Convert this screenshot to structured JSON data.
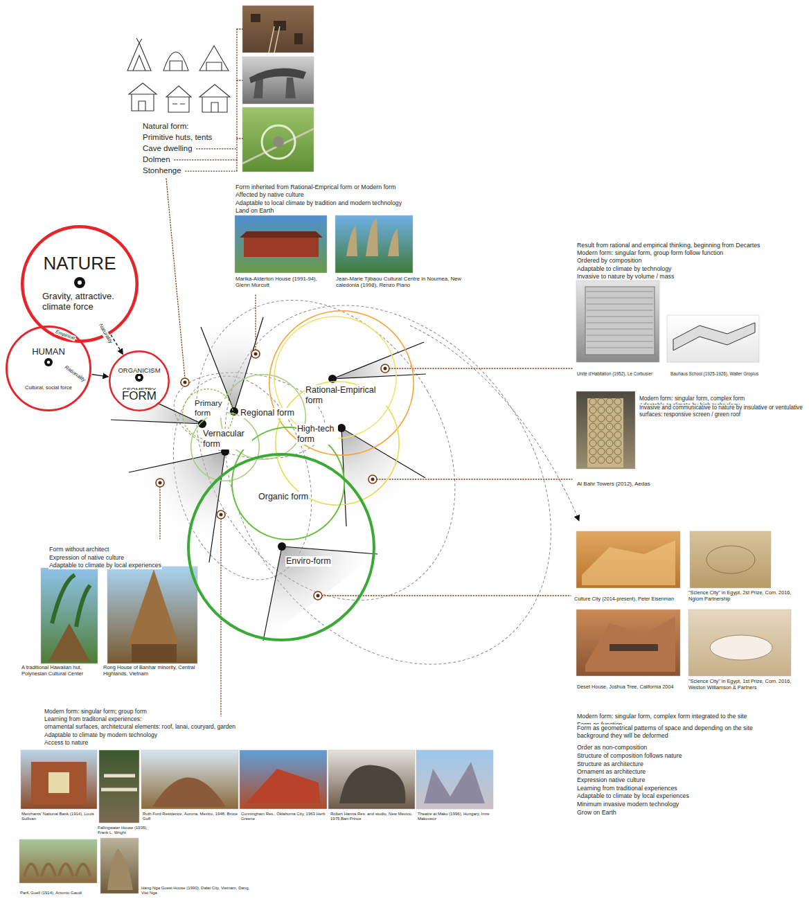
{
  "diagram": {
    "nodes": [
      {
        "text": [
          "NATURE",
          "Gravity, attractive. climate force"
        ]
      },
      {
        "text": [
          "HUMAN",
          "Cultural, social force"
        ]
      },
      {
        "text": [
          "ORGANICISM",
          "GEOMETRY",
          "FORM"
        ]
      },
      {
        "text": [
          "Primary form"
        ]
      },
      {
        "text": [
          "Regional form"
        ]
      },
      {
        "text": [
          "Rational-Empirical form"
        ]
      },
      {
        "text": [
          "Vernacular form"
        ]
      },
      {
        "text": [
          "High-tech form"
        ]
      },
      {
        "text": [
          "Organic form"
        ]
      },
      {
        "text": [
          "Enviro-form"
        ]
      }
    ],
    "edges": [
      {
        "from": 0,
        "to": 2,
        "arrow": "to",
        "label": "Naturality"
      },
      {
        "from": 1,
        "to": 2,
        "arrow": "to",
        "label": "Rationality"
      }
    ],
    "labels": [
      "Natural form:",
      "Primitive huts, tents",
      "Cave dwelling",
      "Dolmen",
      "Stonhenge",
      "Form inherited from Rational-Emprical form or Modern form",
      "Affected by native culture",
      "Adaptable to local climate by tradition and modern technology",
      "Land on Earth",
      "Marika-Alderton House (1991-94), Glenn Murcutt",
      "Jean-Marie Tjibaou Cultural Centre in Noumea, New caledonia (1998), Renzo Piano",
      "Result from rational and empirical thinking, beginning from Decartes",
      "Modern form: singular form, group form follow function",
      "Ordered by composition",
      "Adaptable to climate by technology",
      "Invasive to nature by volume / mass",
      "Unité d'Habitation (1952), Le Corbusier",
      "Bauhaus School (1925-1926), Walter Gropius",
      "Modern form: singular form, complex form",
      "Adaptable to climate by high technology",
      "Invasive and communicative to nature by insulative or ventulative surfaces: responsive screen / green roof",
      "Al Bahr Towers (2012), Aedas",
      "Culture City (2014-present), Peter Eisenman",
      "\"Science City\" in Egypt, 2st Prize, Com. 2016, Ngiom Partnership",
      "Deset House, Joshua Tree, California 2004",
      "\"Science City\" in Egypt, 1st Prize, Com. 2016, Weston Williamson & Partners",
      "Modern form: singular form, complex form integrated to the site",
      "Form as function",
      "Form as geometrical patterns of space and depending on the site background they will be deformed",
      "Order as non-composition",
      "Structure of composition follows nature",
      "Structure as architecture",
      "Ornament as architecture",
      "Expression native culture",
      "Learning from traditional experiences",
      "Adaptable to climate by local experiences",
      "Minimum invasive modern technology",
      "Grow on Earth",
      "Form without architect",
      "Expression of native culture",
      "Adaptable to climate by local experiences",
      "A traditional Hawaiian hut, Polynesian Cultural Center",
      "Rong House of Banhar minority, Central Highlands, Vietnam",
      "Modern form: singular form; group form",
      "Learning from traditonal experiences:",
      "ornamental surfaces, architetcural elements: roof, lanai, couryard, garden",
      "Adaptable to climate by modern technology",
      "Access to nature",
      "Merchants' National Bank (1914), Louis Sullivan",
      "Fallingwater House (1935), Frank L. Wright",
      "Ruth Ford Residence, Aurona, Mexico, 1948, Bruce Goff",
      "Cunningham Res., Oklahoma City, 1963 Herb Greene",
      "Robert Hanna Res. and studio, New Mexico, 1975,Bart Prince",
      "Theatre at Mako (1996), Hungary, Imre Makovecz",
      "ParK Guell (1914), Antonio Gaudi",
      "Hang Nga Guest House (1990), Dalat City, Vietnam, Dang, Viet Nga",
      "Empirical"
    ]
  }
}
